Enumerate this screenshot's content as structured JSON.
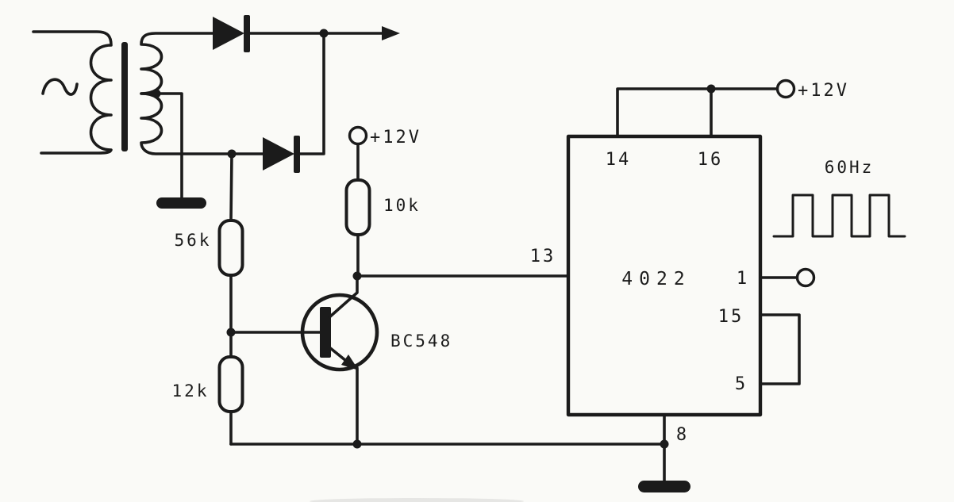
{
  "colors": {
    "ink": "#1b1b1b",
    "paper": "#fafaf7"
  },
  "schematic": {
    "power": {
      "vcc_transistor": "+12V",
      "vcc_ic": "+12V"
    },
    "resistors": {
      "r56k": "56k",
      "r12k": "12k",
      "r10k": "10k"
    },
    "transistor": {
      "label": "BC548"
    },
    "ic": {
      "label": "4022",
      "pin_13": "13",
      "pin_14": "14",
      "pin_16": "16",
      "pin_1": "1",
      "pin_15": "15",
      "pin_5": "5",
      "pin_8": "8"
    },
    "output": {
      "frequency": "60Hz"
    }
  }
}
